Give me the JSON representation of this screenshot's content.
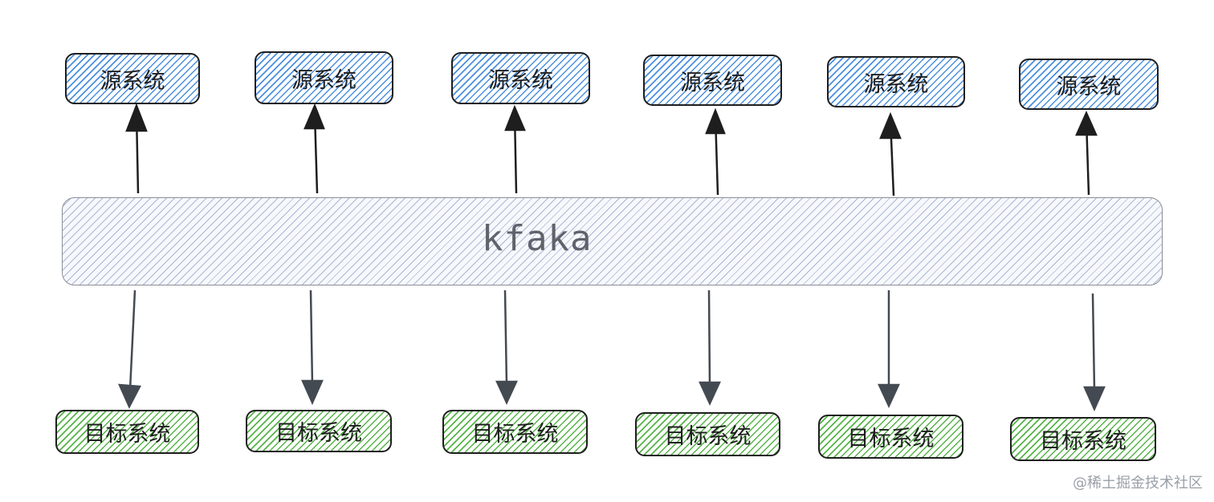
{
  "bus": {
    "label": "kfaka"
  },
  "sources": [
    {
      "label": "源系统"
    },
    {
      "label": "源系统"
    },
    {
      "label": "源系统"
    },
    {
      "label": "源系统"
    },
    {
      "label": "源系统"
    },
    {
      "label": "源系统"
    }
  ],
  "targets": [
    {
      "label": "目标系统"
    },
    {
      "label": "目标系统"
    },
    {
      "label": "目标系统"
    },
    {
      "label": "目标系统"
    },
    {
      "label": "目标系统"
    },
    {
      "label": "目标系统"
    }
  ],
  "watermark": "@稀土掘金技术社区",
  "colors": {
    "source_fill": "#4a8fe0",
    "target_fill": "#55b447",
    "bus_fill": "#a9b6d6",
    "stroke": "#1e1e1e"
  }
}
